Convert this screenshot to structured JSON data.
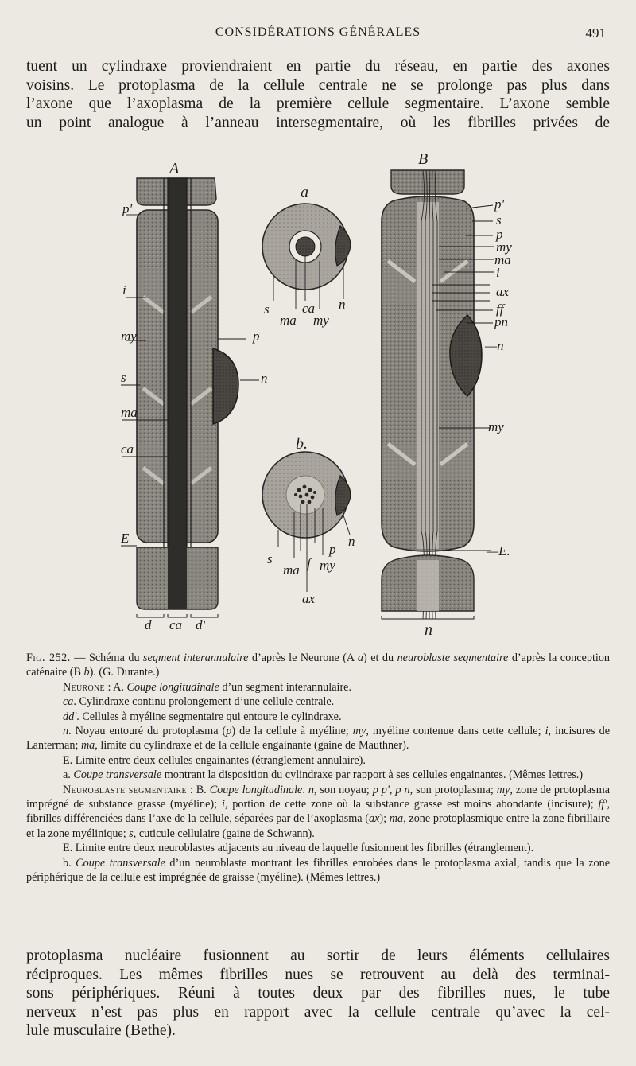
{
  "header": {
    "running_title": "CONSIDÉRATIONS GÉNÉRALES",
    "page_number": "491"
  },
  "text_top": {
    "lines": [
      "tuent un cylindraxe proviendraient en partie du réseau, en partie des axones",
      "voisins. Le protoplasma de la cellule centrale ne se prolonge pas plus dans",
      "l’axone que l’axoplasma de la première cellule segmentaire. L’axone semble",
      "un point analogue à l’anneau intersegmentaire, où les fibrilles privées de"
    ]
  },
  "figure": {
    "panel_A": {
      "title": "A",
      "labels": {
        "p_prime": "p'",
        "i": "i",
        "my": "my",
        "s": "s",
        "ma": "ma",
        "ca": "ca",
        "E": "E",
        "p": "p",
        "n": "n",
        "d": "d",
        "ca_bottom": "ca",
        "d_prime": "d'"
      }
    },
    "panel_a": {
      "title": "a",
      "labels": {
        "s": "s",
        "ma": "ma",
        "ca": "ca",
        "my": "my",
        "n": "n"
      }
    },
    "panel_b": {
      "title": "b.",
      "labels": {
        "s": "s",
        "ma": "ma",
        "f": "f",
        "p": "p",
        "my": "my",
        "n": "n",
        "ax": "ax"
      }
    },
    "panel_B": {
      "title": "B",
      "labels": {
        "p_prime": "p'",
        "s": "s",
        "p": "p",
        "my": "my",
        "ma": "ma",
        "i": "i",
        "ax": "ax",
        "ff": "ff",
        "pn": "pn",
        "n": "—n",
        "my_lower": "my",
        "E": "—E.",
        "n_bottom": "n"
      }
    }
  },
  "caption": {
    "fig_label": "Fig. 252.",
    "fig_line1_a": " — Schéma du ",
    "fig_line1_em1": "segment interannulaire",
    "fig_line1_b": " d’après le Neurone (A ",
    "fig_line1_em2": "a",
    "fig_line1_c": ") et du ",
    "fig_line1_em3": "neuroblaste segmentaire",
    "fig_line1_d": " d’après la conception caténaire (B ",
    "fig_line1_em4": "b",
    "fig_line1_e": "). (G. Durante.)",
    "neurone_label": "Neurone",
    "neurone_a": " : A. ",
    "neurone_em": "Coupe longitudinale",
    "neurone_b": " d’un segment interannulaire.",
    "ca_em": "ca",
    "ca_text": ". Cylindraxe continu prolongement d’une cellule centrale.",
    "dd_em": "dd'",
    "dd_text": ". Cellules à myéline segmentaire qui entoure le cylindraxe.",
    "n_em": "n",
    "n_text1": ". Noyau entouré du protoplasma (",
    "n_em_p": "p",
    "n_text2": ") de la cellule à myéline; ",
    "n_em_my": "my",
    "n_text3": ", myéline contenue dans cette cellule; ",
    "n_em_i": "i",
    "n_text4": ", incisures de Lanterman; ",
    "n_em_ma": "ma",
    "n_text5": ", limite du cylindraxe et de la cellule engainante (gaine de Mauthner).",
    "E_text": "E. Limite entre deux cellules engainantes (étranglement annulaire).",
    "a_text1": "a. ",
    "a_em": "Coupe transversale",
    "a_text2": " montrant la disposition du cylindraxe par rapport à ses cellules engainantes. (Mêmes lettres.)",
    "nb_label": "Neuroblaste segmentaire",
    "nb_a": " : B. ",
    "nb_em": "Coupe longitudinale",
    "nb_b": ". ",
    "nb_em_n": "n",
    "nb_c": ", son noyau; ",
    "nb_em_pp": "p p'",
    "nb_d": ", ",
    "nb_em_pn": "p n",
    "nb_e": ", son protoplasma; ",
    "nb_em_my": "my",
    "nb_f": ", zone de protoplasma imprégné de substance grasse (myéline); ",
    "nb_em_i": "i",
    "nb_g": ", portion de cette zone où la substance grasse est moins abondante (incisure); ",
    "nb_em_ff": "ff'",
    "nb_h": ", fibrilles différenciées dans l’axe de la cellule, séparées par de l’axoplasma (",
    "nb_em_ax": "ax",
    "nb_i": "); ",
    "nb_em_ma": "ma",
    "nb_j": ", zone protoplasmique entre la zone fibrillaire et la zone myélinique; ",
    "nb_em_s": "s",
    "nb_k": ", cuticule cellulaire (gaine de Schwann).",
    "E2_text": "E. Limite entre deux neuroblastes adjacents au niveau de laquelle fusionnent les fibrilles (étranglement).",
    "b_text1": "b. ",
    "b_em": "Coupe transversale",
    "b_text2": " d’un neuroblaste montrant les fibrilles enrobées dans le protoplasma axial, tandis que la zone périphérique de la cellule est imprégnée de graisse (myéline). (Mêmes lettres.)"
  },
  "text_bottom": {
    "lines": [
      "protoplasma nucléaire fusionnent au sortir de leurs éléments cellulaires",
      "réciproques. Les mêmes fibrilles nues se retrouvent au delà des terminai-",
      "sons périphériques. Réuni à toutes deux par des fibrilles nues, le tube",
      "nerveux n’est pas plus en rapport avec la cellule centrale qu’avec la cel-",
      "lule musculaire (Bethe)."
    ]
  }
}
